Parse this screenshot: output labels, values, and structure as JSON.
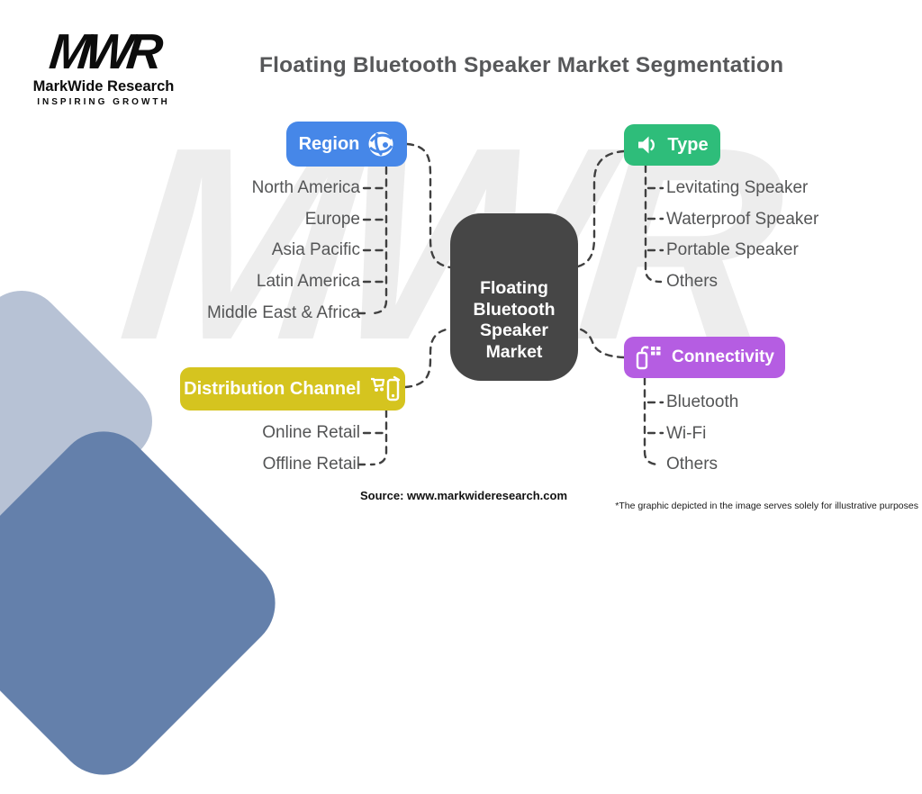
{
  "logo": {
    "mark": "MWR",
    "name": "MarkWide Research",
    "tagline": "INSPIRING GROWTH"
  },
  "watermark": "MWR",
  "title": "Floating Bluetooth Speaker Market Segmentation",
  "center": {
    "label": "Floating Bluetooth Speaker Market",
    "lines": [
      "Floating",
      "Bluetooth",
      "Speaker",
      "Market"
    ],
    "color": "#464646"
  },
  "branches": [
    {
      "id": "region",
      "label": "Region",
      "color": "#4687e8",
      "icon": "globe-icon",
      "items": [
        "North America",
        "Europe",
        "Asia Pacific",
        "Latin America",
        "Middle East & Africa"
      ]
    },
    {
      "id": "type",
      "label": "Type",
      "color": "#2ebd7a",
      "icon": "speaker-icon",
      "items": [
        "Levitating Speaker",
        "Waterproof Speaker",
        "Portable Speaker",
        "Others"
      ]
    },
    {
      "id": "distribution-channel",
      "label": "Distribution Channel",
      "color": "#d5c41f",
      "icon": "cart-phone-icon",
      "items": [
        "Online Retail",
        "Offline Retail"
      ]
    },
    {
      "id": "connectivity",
      "label": "Connectivity",
      "color": "#b55de2",
      "icon": "phone-sync-icon",
      "items": [
        "Bluetooth",
        "Wi-Fi",
        "Others"
      ]
    }
  ],
  "footer": {
    "source": "Source: www.markwideresearch.com",
    "disclaimer": "*The graphic depicted in the image serves solely for illustrative purposes"
  }
}
